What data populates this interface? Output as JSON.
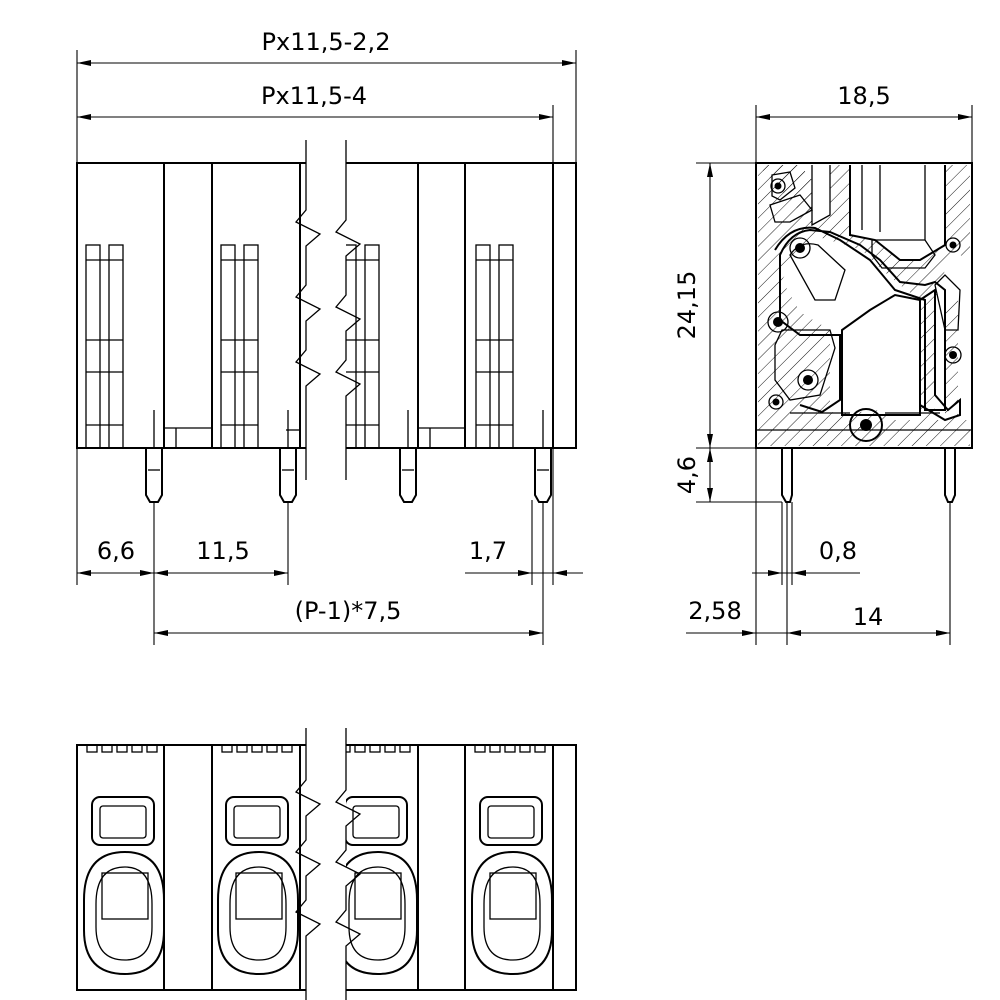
{
  "dimensions": {
    "overall_width": "Px11,5-2,2",
    "inner_width": "Px11,5-4",
    "side_width": "18,5",
    "body_height": "24,15",
    "pin_length": "4,6",
    "end_offset": "6,6",
    "pitch": "11,5",
    "edge_offset": "1,7",
    "pin_span": "(P-1)*7,5",
    "pin_diameter": "0,8",
    "side_offset": "2,58",
    "side_pin_span": "14"
  }
}
